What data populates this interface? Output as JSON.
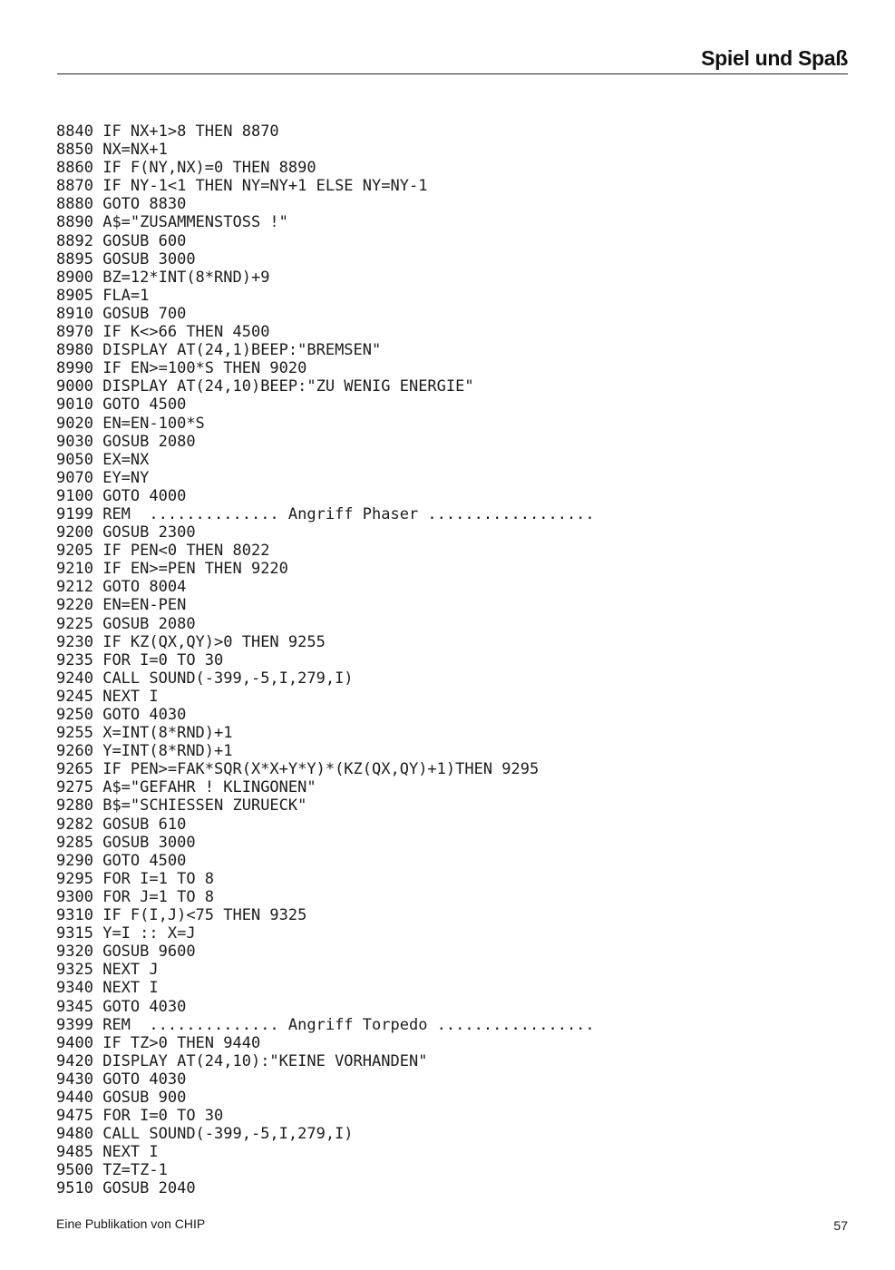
{
  "header": {
    "section_title": "Spiel und Spaß"
  },
  "listing": [
    {
      "ln": "8840",
      "code": "IF NX+1>8 THEN 8870"
    },
    {
      "ln": "8850",
      "code": "NX=NX+1"
    },
    {
      "ln": "8860",
      "code": "IF F(NY,NX)=0 THEN 8890"
    },
    {
      "ln": "8870",
      "code": "IF NY-1<1 THEN NY=NY+1 ELSE NY=NY-1"
    },
    {
      "ln": "8880",
      "code": "GOTO 8830"
    },
    {
      "ln": "8890",
      "code": "A$=\"ZUSAMMENSTOSS !\""
    },
    {
      "ln": "8892",
      "code": "GOSUB 600"
    },
    {
      "ln": "8895",
      "code": "GOSUB 3000"
    },
    {
      "ln": "8900",
      "code": "BZ=12*INT(8*RND)+9"
    },
    {
      "ln": "8905",
      "code": "FLA=1"
    },
    {
      "ln": "8910",
      "code": "GOSUB 700"
    },
    {
      "ln": "8970",
      "code": "IF K<>66 THEN 4500"
    },
    {
      "ln": "8980",
      "code": "DISPLAY AT(24,1)BEEP:\"BREMSEN\""
    },
    {
      "ln": "8990",
      "code": "IF EN>=100*S THEN 9020"
    },
    {
      "ln": "9000",
      "code": "DISPLAY AT(24,10)BEEP:\"ZU WENIG ENERGIE\""
    },
    {
      "ln": "9010",
      "code": "GOTO 4500"
    },
    {
      "ln": "9020",
      "code": "EN=EN-100*S"
    },
    {
      "ln": "9030",
      "code": "GOSUB 2080"
    },
    {
      "ln": "9050",
      "code": "EX=NX"
    },
    {
      "ln": "9070",
      "code": "EY=NY"
    },
    {
      "ln": "9100",
      "code": "GOTO 4000"
    },
    {
      "ln": "9199",
      "code": "REM  .............. Angriff Phaser .................."
    },
    {
      "ln": "9200",
      "code": "GOSUB 2300"
    },
    {
      "ln": "9205",
      "code": "IF PEN<0 THEN 8022"
    },
    {
      "ln": "9210",
      "code": "IF EN>=PEN THEN 9220"
    },
    {
      "ln": "9212",
      "code": "GOTO 8004"
    },
    {
      "ln": "9220",
      "code": "EN=EN-PEN"
    },
    {
      "ln": "9225",
      "code": "GOSUB 2080"
    },
    {
      "ln": "9230",
      "code": "IF KZ(QX,QY)>0 THEN 9255"
    },
    {
      "ln": "9235",
      "code": "FOR I=0 TO 30"
    },
    {
      "ln": "9240",
      "code": "CALL SOUND(-399,-5,I,279,I)"
    },
    {
      "ln": "9245",
      "code": "NEXT I"
    },
    {
      "ln": "9250",
      "code": "GOTO 4030"
    },
    {
      "ln": "9255",
      "code": "X=INT(8*RND)+1"
    },
    {
      "ln": "9260",
      "code": "Y=INT(8*RND)+1"
    },
    {
      "ln": "9265",
      "code": "IF PEN>=FAK*SQR(X*X+Y*Y)*(KZ(QX,QY)+1)THEN 9295"
    },
    {
      "ln": "9275",
      "code": "A$=\"GEFAHR ! KLINGONEN\""
    },
    {
      "ln": "9280",
      "code": "B$=\"SCHIESSEN ZURUECK\""
    },
    {
      "ln": "9282",
      "code": "GOSUB 610"
    },
    {
      "ln": "9285",
      "code": "GOSUB 3000"
    },
    {
      "ln": "9290",
      "code": "GOTO 4500"
    },
    {
      "ln": "9295",
      "code": "FOR I=1 TO 8"
    },
    {
      "ln": "9300",
      "code": "FOR J=1 TO 8"
    },
    {
      "ln": "9310",
      "code": "IF F(I,J)<75 THEN 9325"
    },
    {
      "ln": "9315",
      "code": "Y=I :: X=J"
    },
    {
      "ln": "9320",
      "code": "GOSUB 9600"
    },
    {
      "ln": "9325",
      "code": "NEXT J"
    },
    {
      "ln": "9340",
      "code": "NEXT I"
    },
    {
      "ln": "9345",
      "code": "GOTO 4030"
    },
    {
      "ln": "9399",
      "code": "REM  .............. Angriff Torpedo ................."
    },
    {
      "ln": "9400",
      "code": "IF TZ>0 THEN 9440"
    },
    {
      "ln": "9420",
      "code": "DISPLAY AT(24,10):\"KEINE VORHANDEN\""
    },
    {
      "ln": "9430",
      "code": "GOTO 4030"
    },
    {
      "ln": "9440",
      "code": "GOSUB 900"
    },
    {
      "ln": "9475",
      "code": "FOR I=0 TO 30"
    },
    {
      "ln": "9480",
      "code": "CALL SOUND(-399,-5,I,279,I)"
    },
    {
      "ln": "9485",
      "code": "NEXT I"
    },
    {
      "ln": "9500",
      "code": "TZ=TZ-1"
    },
    {
      "ln": "9510",
      "code": "GOSUB 2040"
    }
  ],
  "footer": {
    "publication": "Eine Publikation von CHIP",
    "page_number": "57"
  }
}
